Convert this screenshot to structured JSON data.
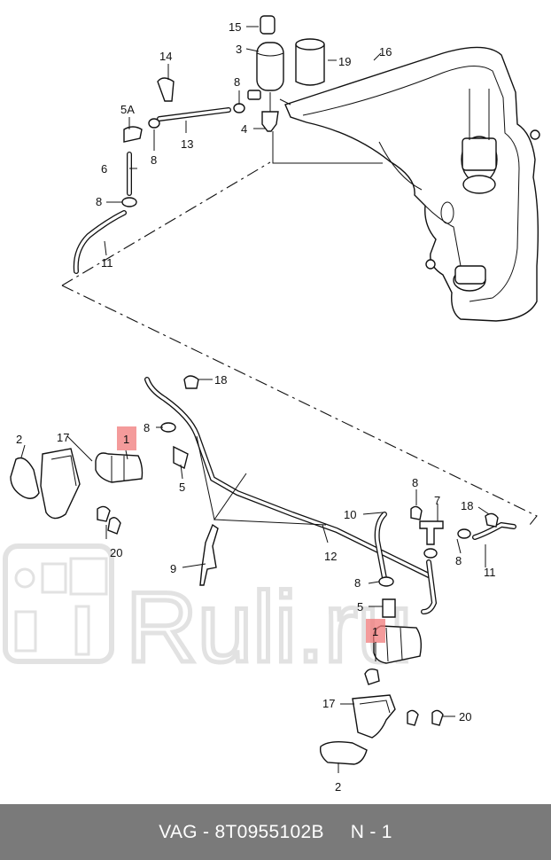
{
  "diagram": {
    "callouts": {
      "c15": "15",
      "c3": "3",
      "c19": "19",
      "c16": "16",
      "c14": "14",
      "c5a": "5A",
      "c8a": "8",
      "c8b": "8",
      "c13": "13",
      "c4": "4",
      "c6": "6",
      "c8c": "8",
      "c11a": "11",
      "c18a": "18",
      "c8d": "8",
      "c2a": "2",
      "c17a": "17",
      "c1a": "1",
      "c5b": "5",
      "c20a": "20",
      "c9": "9",
      "c12": "12",
      "c10": "10",
      "c8e": "8",
      "c7": "7",
      "c18b": "18",
      "c8f": "8",
      "c11b": "11",
      "c8g": "8",
      "c5c": "5",
      "c1b": "1",
      "c17b": "17",
      "c20b": "20",
      "c2b": "2"
    },
    "highlight_color": "#f07a7a",
    "watermark_text": "Ruli.ru"
  },
  "footer": {
    "brand": "VAG",
    "part_number": "8T0955102B",
    "page_ref": "N - 1"
  }
}
